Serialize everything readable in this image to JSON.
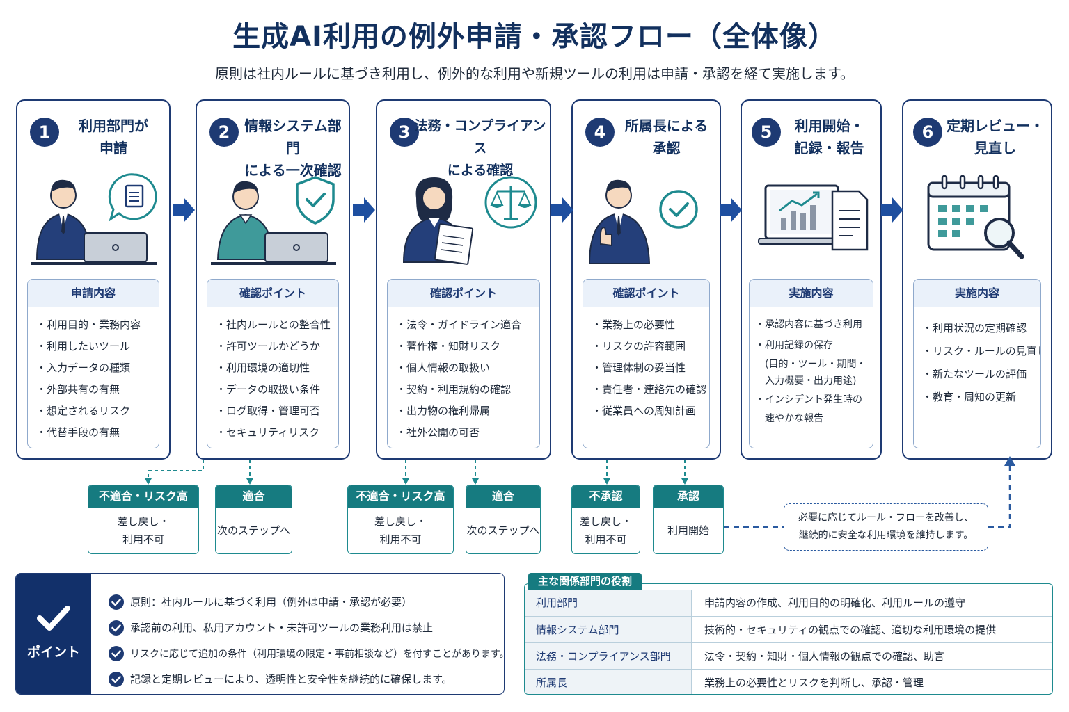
{
  "title": "生成AI利用の例外申請・承認フロー（全体像）",
  "subtitle": "原則は社内ルールに基づき利用し、例外的な利用や新規ツールの利用は申請・承認を経て実施します。",
  "steps": [
    {
      "number": "1",
      "title_line1": "利用部門が",
      "title_line2": "申請",
      "panel_title": "申請内容",
      "items": [
        "・利用目的・業務内容",
        "・利用したいツール",
        "・入力データの種類",
        "・外部共有の有無",
        "・想定されるリスク",
        "・代替手段の有無"
      ]
    },
    {
      "number": "2",
      "title_line1": "情報システム部門",
      "title_line2": "による一次確認",
      "panel_title": "確認ポイント",
      "items": [
        "・社内ルールとの整合性",
        "・許可ツールかどうか",
        "・利用環境の適切性",
        "・データの取扱い条件",
        "・ログ取得・管理可否",
        "・セキュリティリスク"
      ]
    },
    {
      "number": "3",
      "title_line1": "法務・コンプライアンス",
      "title_line2": "による確認",
      "panel_title": "確認ポイント",
      "items": [
        "・法令・ガイドライン適合",
        "・著作権・知財リスク",
        "・個人情報の取扱い",
        "・契約・利用規約の確認",
        "・出力物の権利帰属",
        "・社外公開の可否"
      ]
    },
    {
      "number": "4",
      "title_line1": "所属長による",
      "title_line2": "承認",
      "panel_title": "確認ポイント",
      "items": [
        "・業務上の必要性",
        "・リスクの許容範囲",
        "・管理体制の妥当性",
        "・責任者・連絡先の確認",
        "・従業員への周知計画"
      ]
    },
    {
      "number": "5",
      "title_line1": "利用開始・",
      "title_line2": "記録・報告",
      "panel_title": "実施内容",
      "items": [
        "・承認内容に基づき利用",
        "・利用記録の保存",
        "　(目的・ツール・期間・",
        "　入力概要・出力用途)",
        "・インシデント発生時の",
        "　速やかな報告"
      ]
    },
    {
      "number": "6",
      "title_line1": "定期レビュー・",
      "title_line2": "見直し",
      "panel_title": "実施内容",
      "items": [
        "・利用状況の定期確認",
        "・リスク・ルールの見直し",
        "・新たなツールの評価",
        "・教育・周知の更新"
      ]
    }
  ],
  "outcomes": [
    {
      "head": "不適合・リスク高",
      "line1": "差し戻し・",
      "line2": "利用不可"
    },
    {
      "head": "適合",
      "line1": "次のステップへ",
      "line2": ""
    },
    {
      "head": "不適合・リスク高",
      "line1": "差し戻し・",
      "line2": "利用不可"
    },
    {
      "head": "適合",
      "line1": "次のステップへ",
      "line2": ""
    },
    {
      "head": "不承認",
      "line1": "差し戻し・",
      "line2": "利用不可"
    },
    {
      "head": "承認",
      "line1": "利用開始",
      "line2": ""
    }
  ],
  "note": {
    "line1": "必要に応じてルール・フローを改善し、",
    "line2": "継続的に安全な利用環境を維持します。"
  },
  "points": {
    "label": "ポイント",
    "items": [
      "原則：社内ルールに基づく利用（例外は申請・承認が必要）",
      "承認前の利用、私用アカウント・未許可ツールの業務利用は禁止",
      "リスクに応じて追加の条件（利用環境の限定・事前相談など）を付すことがあります。",
      "記録と定期レビューにより、透明性と安全性を継続的に確保します。"
    ]
  },
  "roles": {
    "title": "主な関係部門の役割",
    "rows": [
      {
        "dept": "利用部門",
        "role": "申請内容の作成、利用目的の明確化、利用ルールの遵守"
      },
      {
        "dept": "情報システム部門",
        "role": "技術的・セキュリティの観点での確認、適切な利用環境の提供"
      },
      {
        "dept": "法務・コンプライアンス部門",
        "role": "法令・契約・知財・個人情報の観点での確認、助言"
      },
      {
        "dept": "所属長",
        "role": "業務上の必要性とリスクを判断し、承認・管理"
      }
    ]
  },
  "icons": [
    "document-icon",
    "shield-check-icon",
    "scales-icon",
    "check-circle-icon",
    "chart-laptop-icon",
    "calendar-search-icon"
  ],
  "colors": {
    "navy": "#1e3a73",
    "teal": "#167b80",
    "light_blue": "#eaf1fa"
  }
}
